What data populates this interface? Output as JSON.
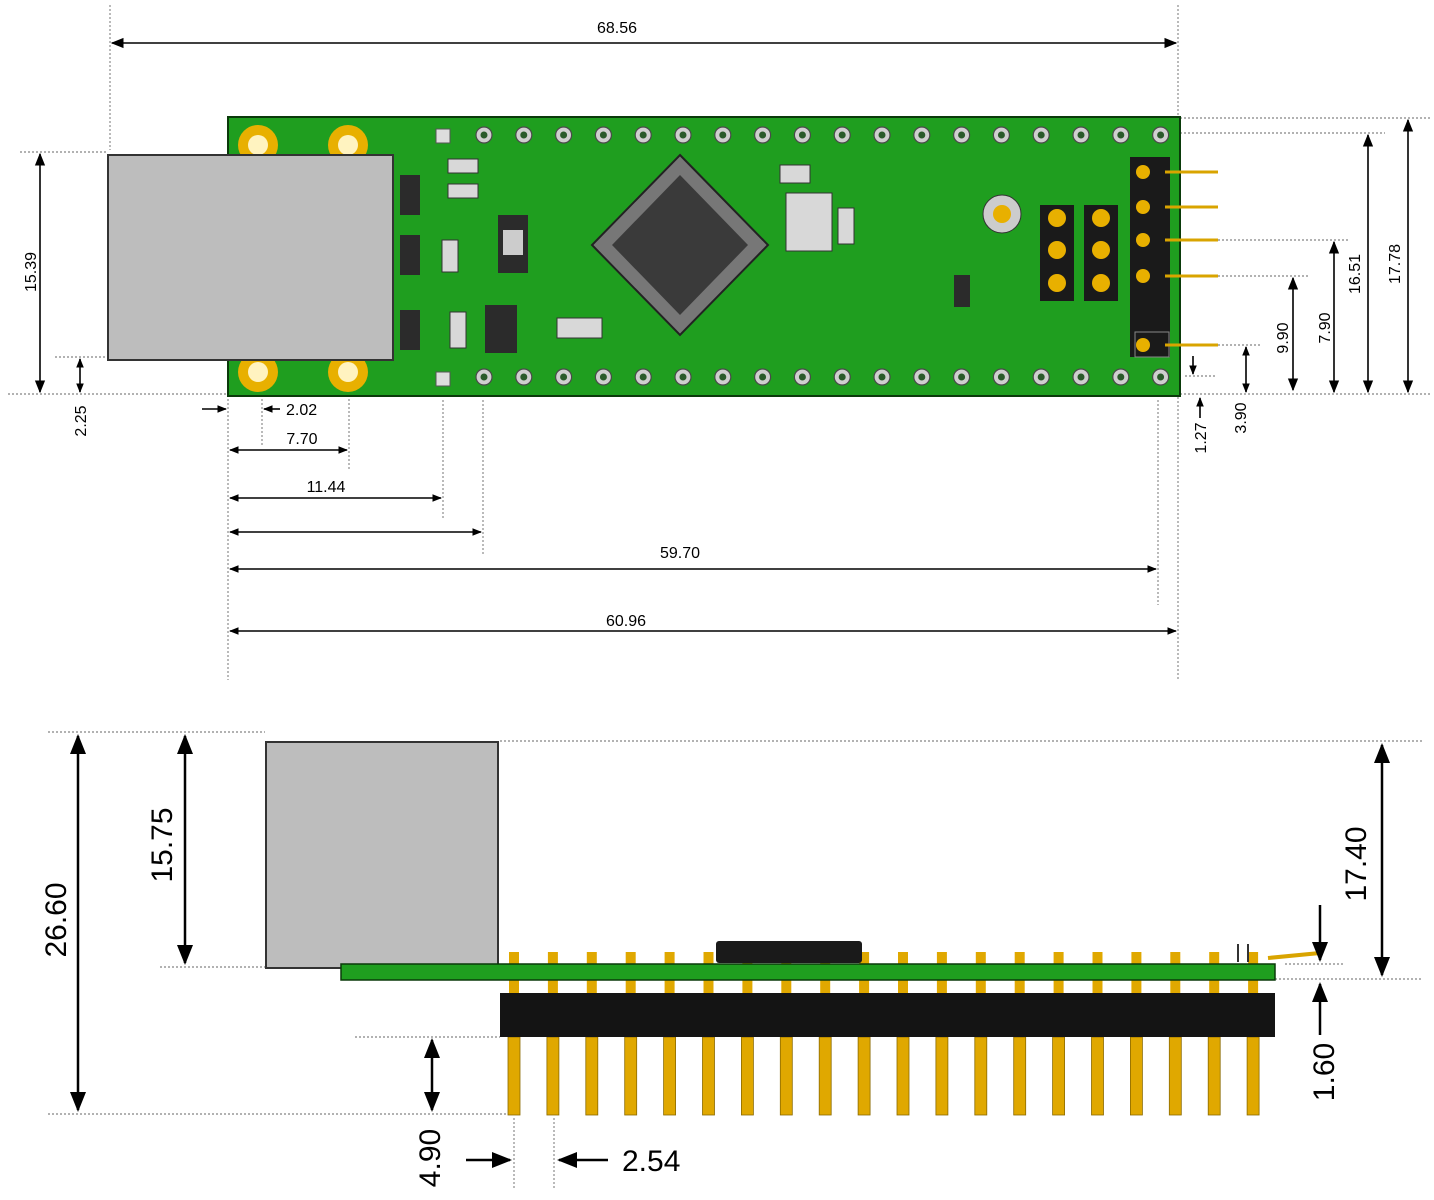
{
  "diagram": {
    "title": "Module mechanical dimensions (mm)",
    "units": "mm",
    "top_view": {
      "dimensions": {
        "overall_length": "68.56",
        "pcb_length": "60.96",
        "pin_row_span": "59.70",
        "usb_width": "15.39",
        "usb_bottom_offset": "2.25",
        "hole_x1": "2.02",
        "hole_x2": "7.70",
        "hole_x3": "11.44",
        "pcb_width": "17.78",
        "pin_row_distance": "16.51",
        "header_pin_a": "7.90",
        "header_pin_b": "9.90",
        "header_pin_c": "3.90",
        "header_pin_d": "1.27"
      }
    },
    "side_view": {
      "dimensions": {
        "total_height": "26.60",
        "usb_height": "15.75",
        "right_height": "17.40",
        "pcb_thickness": "1.60",
        "pin_length": "4.90",
        "pin_pitch": "2.54"
      }
    },
    "colors": {
      "pcb": "#1f9e1f",
      "gold": "#e0a800",
      "usb_shell": "#bdbdbd",
      "header_body": "#141414"
    }
  }
}
